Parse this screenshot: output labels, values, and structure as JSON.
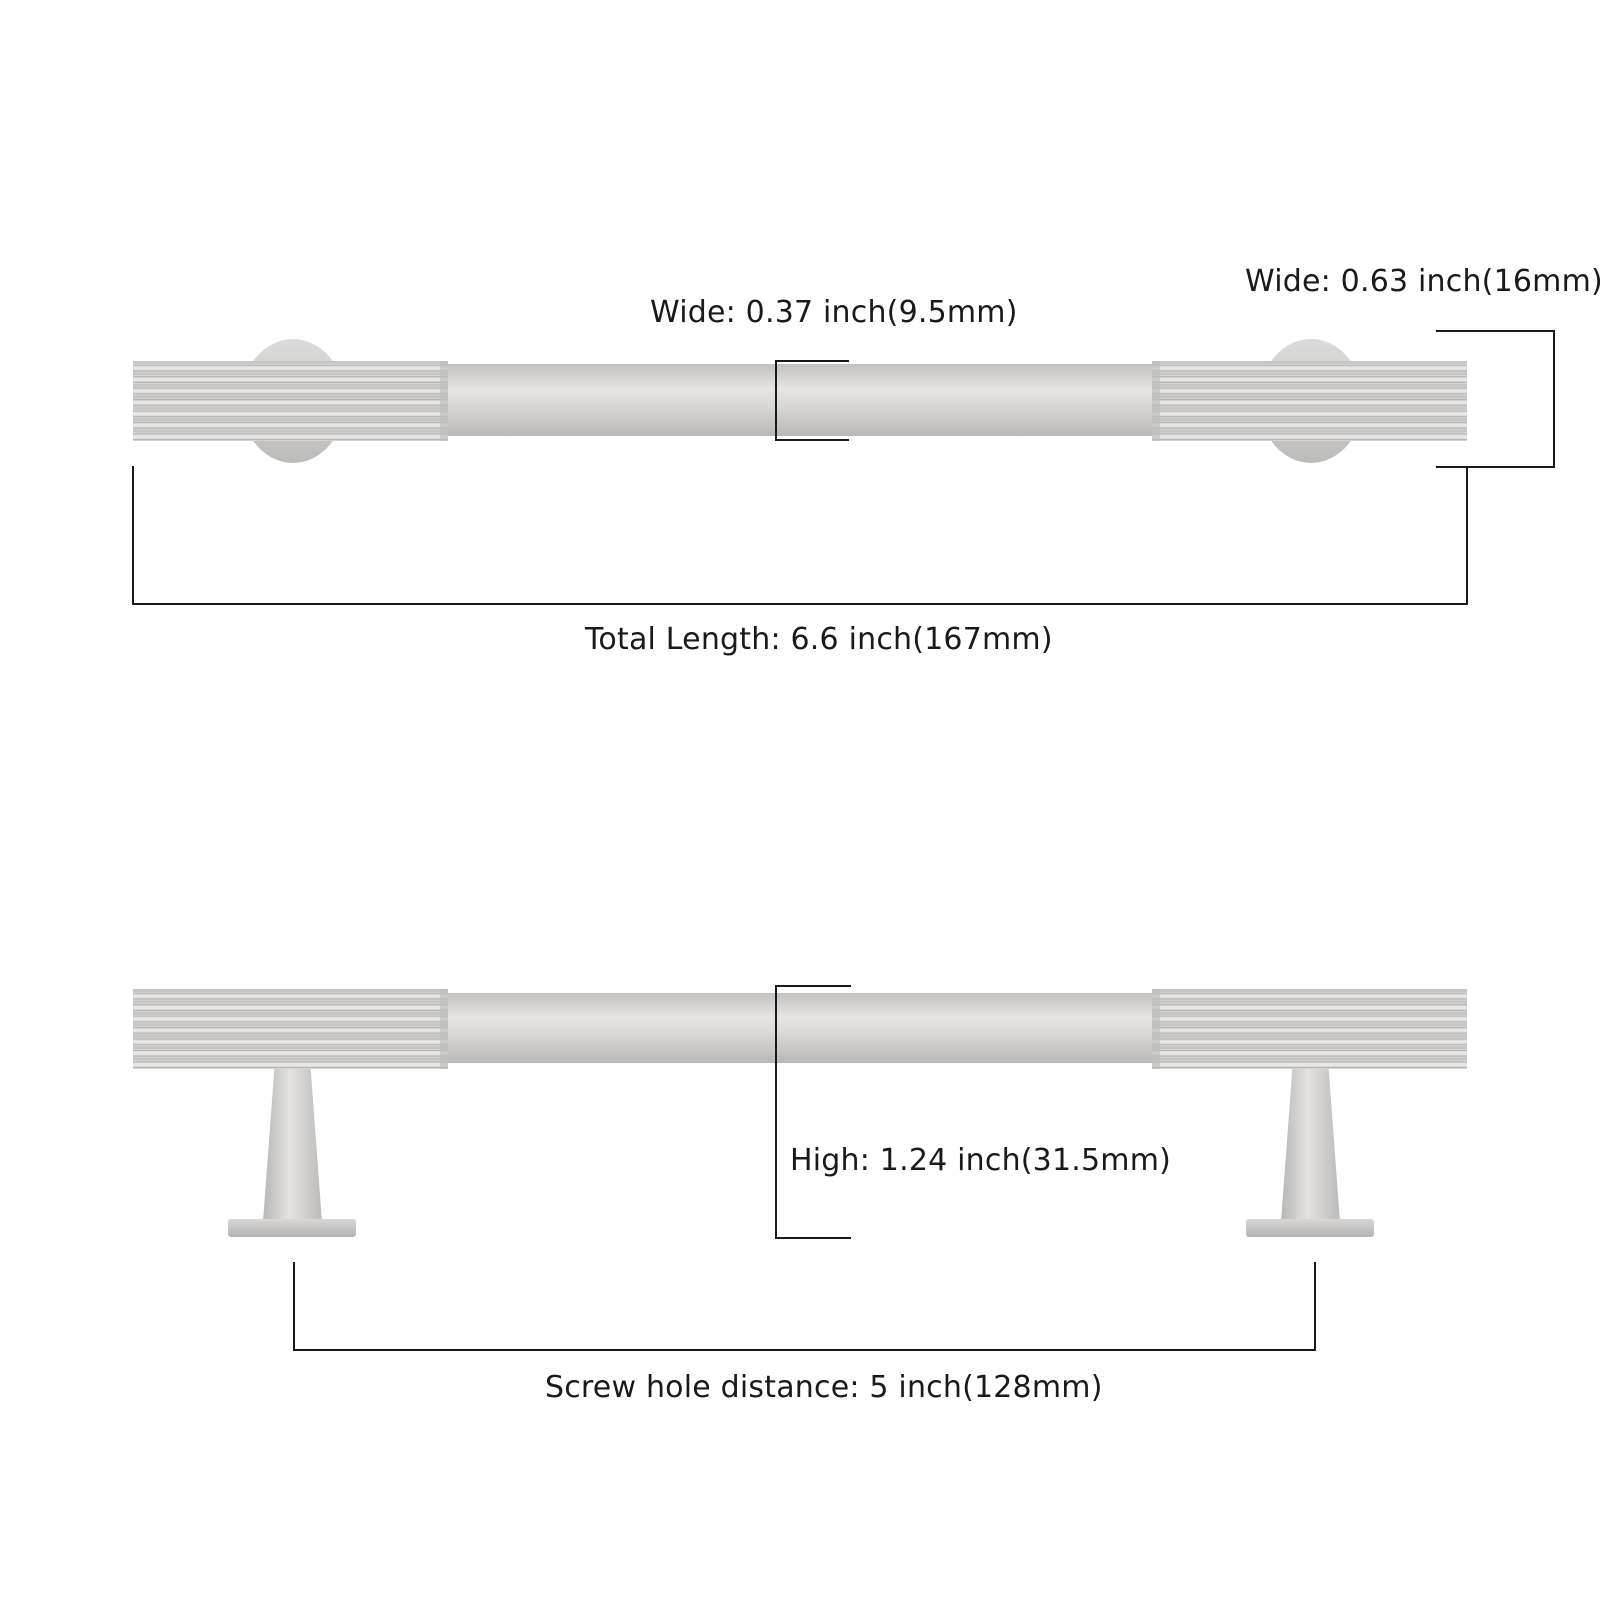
{
  "top_view": {
    "bar_width_label": "Wide: 0.37 inch(9.5mm)",
    "end_width_label": "Wide: 0.63 inch(16mm)",
    "total_length_label": "Total Length: 6.6 inch(167mm)"
  },
  "side_view": {
    "height_label": "High: 1.24 inch(31.5mm)",
    "screw_distance_label": "Screw hole distance: 5 inch(128mm)"
  },
  "colors": {
    "metal_light": "#e4e3e1",
    "metal_mid": "#c9c8c6",
    "metal_dark": "#a9a8a6",
    "groove": "#b5b4b2",
    "dimension_line": "#1a1a1a"
  }
}
